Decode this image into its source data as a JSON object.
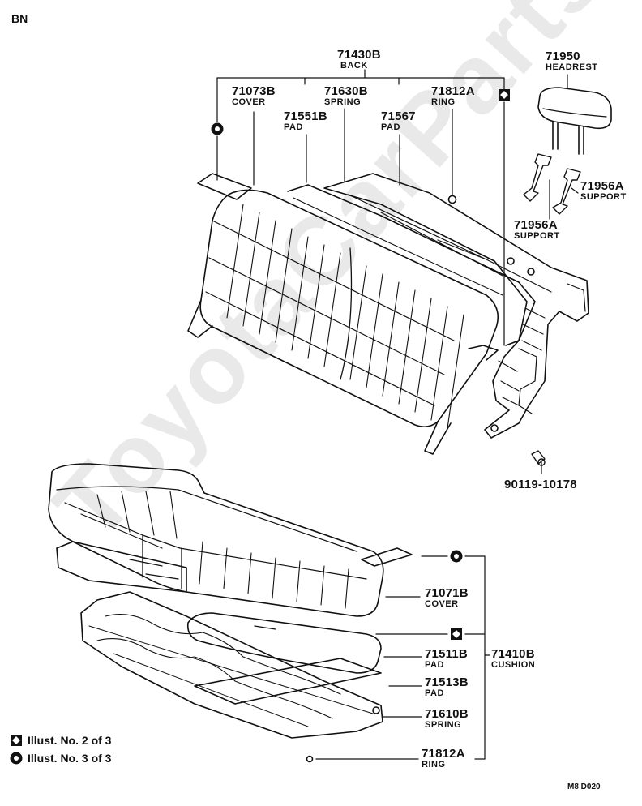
{
  "corner_code": "BN",
  "drawing_code": "M8  D020",
  "watermark": "ToyotaCarParts",
  "callouts": {
    "back": {
      "number": "71430B",
      "name": "BACK"
    },
    "cover_b": {
      "number": "71073B",
      "name": "COVER"
    },
    "spring_b": {
      "number": "71630B",
      "name": "SPRING"
    },
    "ring_b": {
      "number": "71812A",
      "name": "RING"
    },
    "pad_b1": {
      "number": "71551B",
      "name": "PAD"
    },
    "pad_b2": {
      "number": "71567",
      "name": "PAD"
    },
    "headrest": {
      "number": "71950",
      "name": "HEADREST"
    },
    "support1": {
      "number": "71956A",
      "name": "SUPPORT"
    },
    "support2": {
      "number": "71956A",
      "name": "SUPPORT"
    },
    "bolt": {
      "number": "90119-10178"
    },
    "cover_c": {
      "number": "71071B",
      "name": "COVER"
    },
    "pad_c1": {
      "number": "71511B",
      "name": "PAD"
    },
    "cushion": {
      "number": "71410B",
      "name": "CUSHION"
    },
    "pad_c2": {
      "number": "71513B",
      "name": "PAD"
    },
    "spring_c": {
      "number": "71610B",
      "name": "SPRING"
    },
    "ring_c": {
      "number": "71812A",
      "name": "RING"
    }
  },
  "legend": [
    {
      "symbol": "diamond-square-icon",
      "text": "Illust. No. 2 of 3"
    },
    {
      "symbol": "ring-circle-icon",
      "text": "Illust. No. 3 of 3"
    }
  ]
}
